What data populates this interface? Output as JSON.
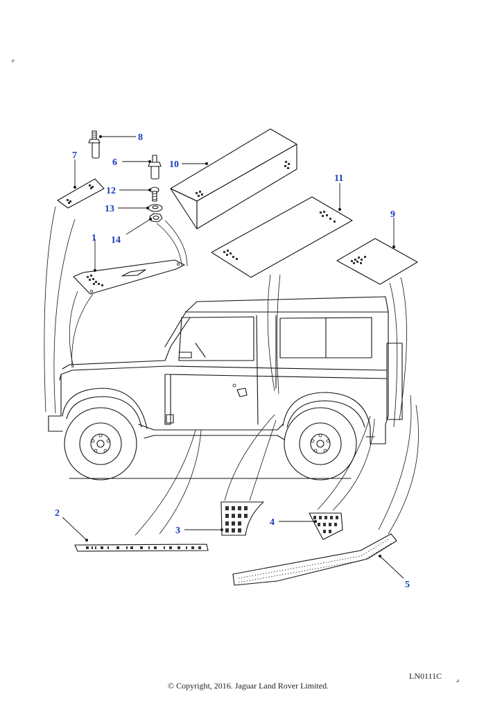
{
  "diagram_id": "LN0111C",
  "copyright": "© Copyright, 2016. Jaguar Land Rover Limited.",
  "callouts": {
    "c1": "1",
    "c2": "2",
    "c3": "3",
    "c4": "4",
    "c5": "5",
    "c6": "6",
    "c7": "7",
    "c8": "8",
    "c9": "9",
    "c10": "10",
    "c11": "11",
    "c12": "12",
    "c13": "13",
    "c14": "14"
  },
  "colors": {
    "callout": "#1a3bbf",
    "line": "#111111"
  }
}
